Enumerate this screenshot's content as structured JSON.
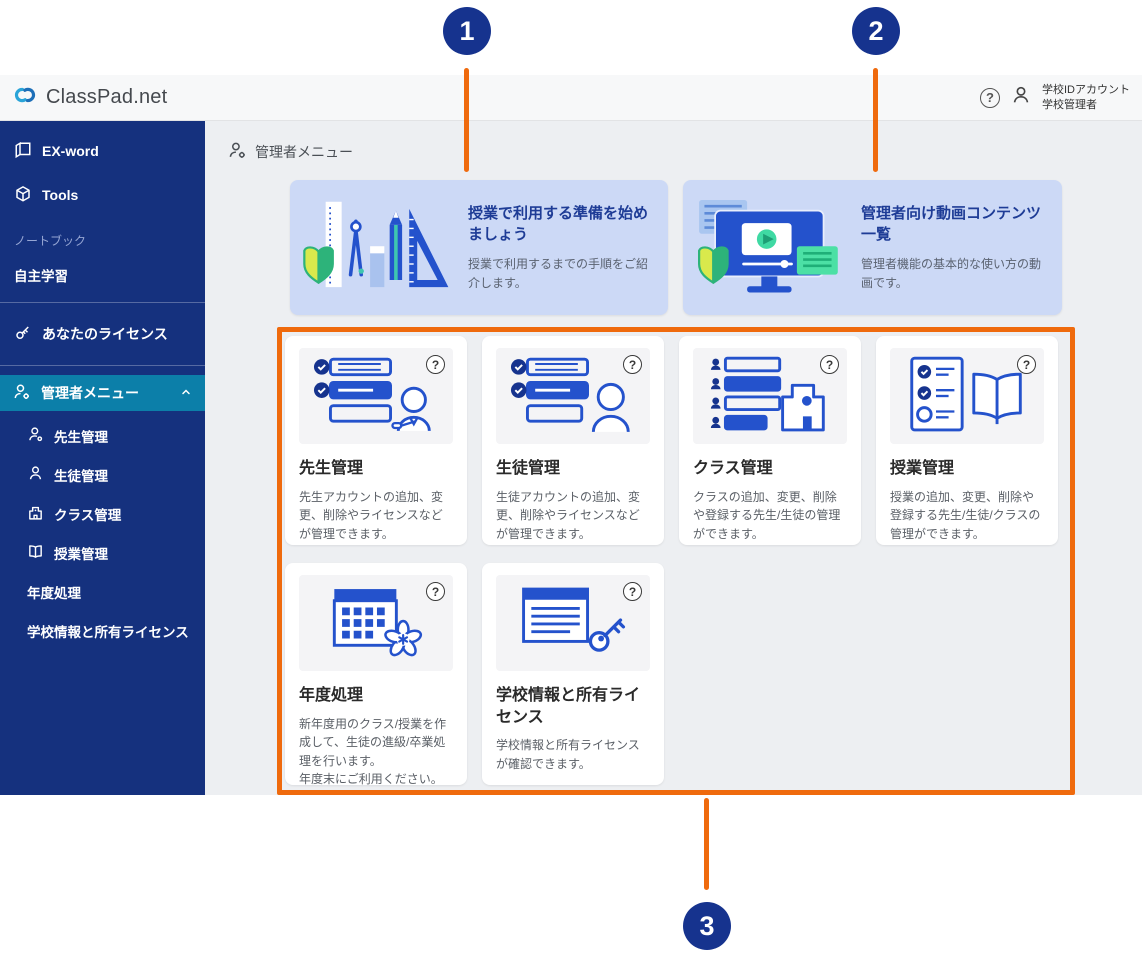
{
  "annotations": {
    "n1": "1",
    "n2": "2",
    "n3": "3"
  },
  "icons": {
    "help": "?"
  },
  "header": {
    "logo": "ClassPad.net",
    "account_line1": "学校IDアカウント",
    "account_line2": "学校管理者"
  },
  "sidebar": {
    "exword": "EX-word",
    "tools": "Tools",
    "notebook_section": "ノートブック",
    "self_study": "自主学習",
    "your_license": "あなたのライセンス",
    "admin_menu": "管理者メニュー",
    "teacher_mgmt": "先生管理",
    "student_mgmt": "生徒管理",
    "class_mgmt": "クラス管理",
    "lesson_mgmt": "授業管理",
    "year_process": "年度処理",
    "school_info": "学校情報と所有ライセンス"
  },
  "breadcrumb": {
    "label": "管理者メニュー"
  },
  "banners": [
    {
      "title": "授業で利用する準備を始めましょう",
      "desc": "授業で利用するまでの手順をご紹介します。"
    },
    {
      "title": "管理者向け動画コンテンツ一覧",
      "desc": "管理者機能の基本的な使い方の動画です。"
    }
  ],
  "cards": [
    {
      "title": "先生管理",
      "desc": "先生アカウントの追加、変更、削除やライセンスなどが管理できます。"
    },
    {
      "title": "生徒管理",
      "desc": "生徒アカウントの追加、変更、削除やライセンスなどが管理できます。"
    },
    {
      "title": "クラス管理",
      "desc": "クラスの追加、変更、削除や登録する先生/生徒の管理ができます。"
    },
    {
      "title": "授業管理",
      "desc": "授業の追加、変更、削除や登録する先生/生徒/クラスの管理ができます。"
    },
    {
      "title": "年度処理",
      "desc": "新年度用のクラス/授業を作成して、生徒の進級/卒業処理を行います。\n年度末にご利用ください。"
    },
    {
      "title": "学校情報と所有ライセンス",
      "desc": "学校情報と所有ライセンスが確認できます。"
    }
  ],
  "colors": {
    "accent_orange": "#ef6a0d",
    "annotation_navy": "#16338e",
    "sidebar_navy": "#15317e",
    "active_teal": "#0c7fa9",
    "banner_bg": "#ccd9f6",
    "illustration_blue": "#2452cc",
    "main_bg": "#edeff2"
  }
}
